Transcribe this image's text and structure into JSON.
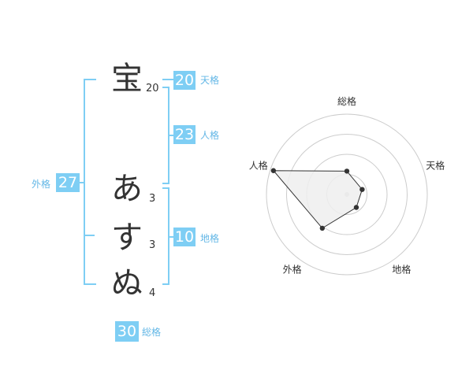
{
  "name_chars": [
    {
      "char": "宝",
      "strokes": "20"
    },
    {
      "char": "あ",
      "strokes": "3"
    },
    {
      "char": "す",
      "strokes": "3"
    },
    {
      "char": "ぬ",
      "strokes": "4"
    }
  ],
  "kakusu": {
    "tenkaku": {
      "value": "20",
      "label": "天格"
    },
    "jinkaku": {
      "value": "23",
      "label": "人格"
    },
    "chikaku": {
      "value": "10",
      "label": "地格"
    },
    "gaikaku": {
      "value": "27",
      "label": "外格"
    },
    "soukaku": {
      "value": "30",
      "label": "総格"
    }
  },
  "colors": {
    "accent": "#7ecef4",
    "label": "#63b7e6",
    "text": "#333333"
  },
  "chart_data": {
    "type": "radar",
    "axes": [
      "総格",
      "天格",
      "地格",
      "外格",
      "人格"
    ],
    "values": [
      0.29,
      0.2,
      0.2,
      0.52,
      0.96
    ],
    "rings": 4
  }
}
